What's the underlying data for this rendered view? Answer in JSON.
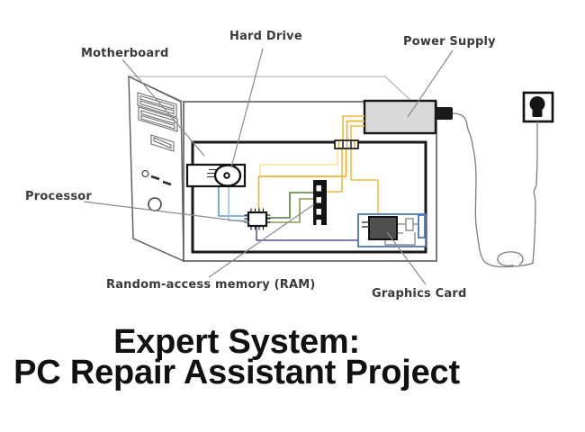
{
  "title": {
    "line1": "Expert System:",
    "line2": "PC Repair Assistant Project"
  },
  "component_labels": {
    "motherboard": "Motherboard",
    "hard_drive": "Hard Drive",
    "power_supply": "Power Supply",
    "processor": "Processor",
    "ram": "Random-access memory (RAM)",
    "graphics_card": "Graphics Card"
  },
  "colors": {
    "wire_yellow": "#F2B53A",
    "wire_yellow_light": "#FBE099",
    "wire_green_dark": "#54803A",
    "wire_green_olive": "#8C9A4D",
    "wire_blue": "#5B9BD5",
    "wire_blue_light": "#9CC3E5",
    "wire_navy": "#4E5390",
    "gpu_box_blue": "#4B76B8",
    "psu_gray": "#D9D9D9",
    "chip_gray": "#4F4F4F",
    "case_line": "#555555"
  }
}
